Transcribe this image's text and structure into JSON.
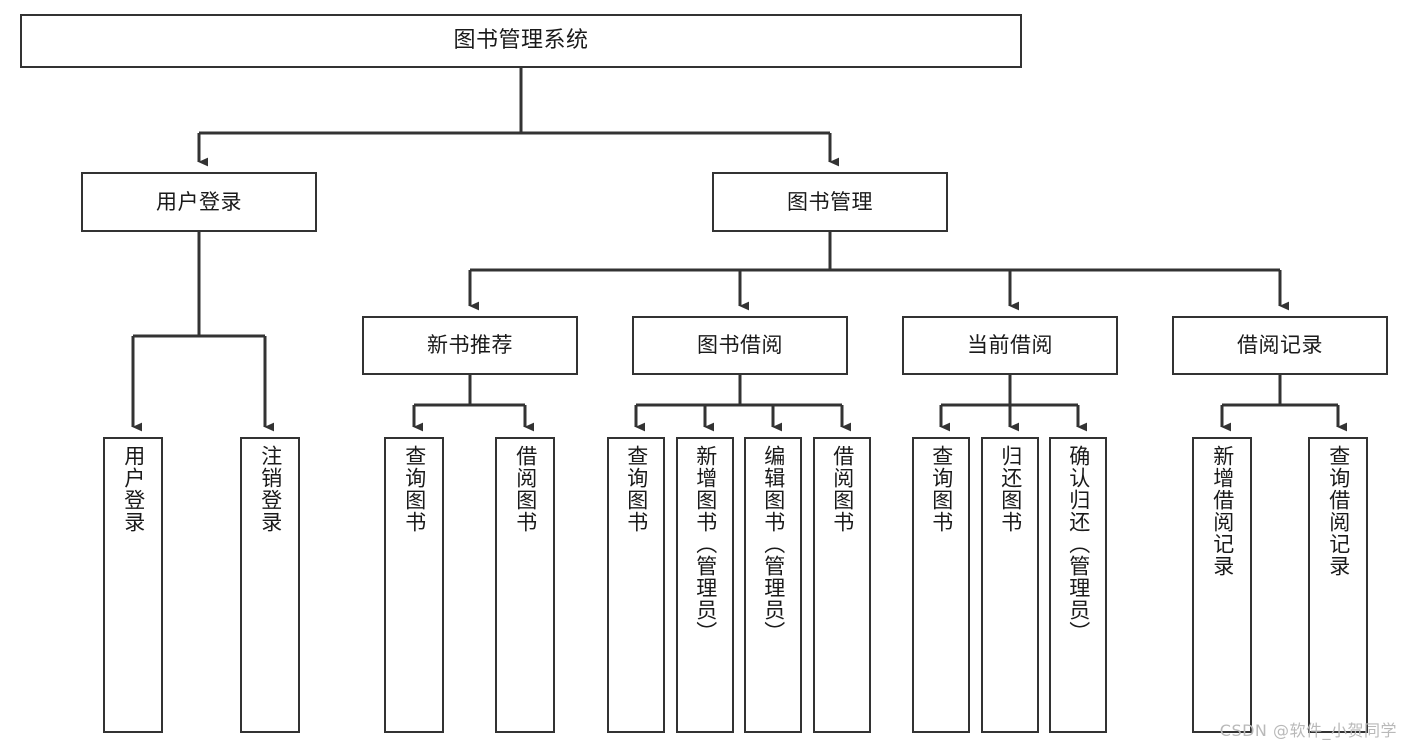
{
  "diagram": {
    "title": "图书管理系统",
    "watermark": "CSDN @软件_小贺同学",
    "line_color": "#333333",
    "box_fill": "#ffffff",
    "text_color": "#1a1a1a",
    "watermark_color": "#b9b9b9",
    "nodes": {
      "root": "图书管理系统",
      "level2": {
        "user_login": "用户登录",
        "book_manage": "图书管理"
      },
      "level3": {
        "new_book_recommend": "新书推荐",
        "book_borrow": "图书借阅",
        "current_borrow": "当前借阅",
        "borrow_record": "借阅记录"
      },
      "leaves": {
        "user_login_children": [
          "用户登录",
          "注销登录"
        ],
        "new_book_recommend_children": [
          "查询图书",
          "借阅图书"
        ],
        "book_borrow_children": [
          "查询图书",
          "新增图书（管理员）",
          "编辑图书（管理员）",
          "借阅图书"
        ],
        "current_borrow_children": [
          "查询图书",
          "归还图书",
          "确认归还（管理员）"
        ],
        "borrow_record_children": [
          "新增借阅记录",
          "查询借阅记录"
        ]
      }
    }
  }
}
